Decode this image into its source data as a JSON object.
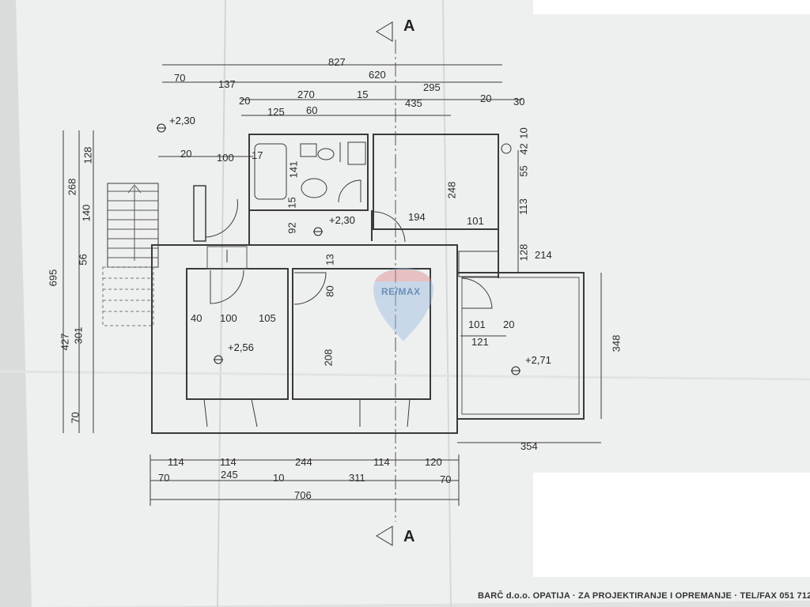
{
  "section_marks": [
    "A",
    "A"
  ],
  "dims_top": {
    "overall": "827",
    "row1": [
      "70",
      "137",
      "620"
    ],
    "row2": [
      "20",
      "270",
      "15",
      "295",
      "20",
      "30"
    ],
    "row3": [
      "125",
      "60",
      "435"
    ],
    "misc": [
      "20",
      "100",
      "17",
      "10",
      "42",
      "55",
      "113",
      "128",
      "214"
    ]
  },
  "dims_left": [
    "128",
    "268",
    "140",
    "56",
    "695",
    "427",
    "301",
    "70"
  ],
  "dims_interior": [
    "141",
    "15",
    "92",
    "194",
    "248",
    "101",
    "13",
    "80",
    "40",
    "100",
    "105",
    "208",
    "101",
    "20",
    "121"
  ],
  "dims_right": [
    "348",
    "354"
  ],
  "dims_bottom": {
    "row1": [
      "114",
      "114",
      "244",
      "114",
      "120"
    ],
    "row2": [
      "70",
      "245",
      "10",
      "311",
      "70"
    ],
    "overall": "706"
  },
  "levels": [
    "+2,30",
    "+2,30",
    "+2,56",
    "+2,71"
  ],
  "watermark": "RE/MAX",
  "footer": "BARČ d.o.o. OPATIJA · ZA PROJEKTIRANJE I OPREMANJE · TEL/FAX 051 712",
  "colors": {
    "paper": "#eef0ef",
    "line": "#3a3a3a",
    "logo": "#7ea4cc"
  }
}
